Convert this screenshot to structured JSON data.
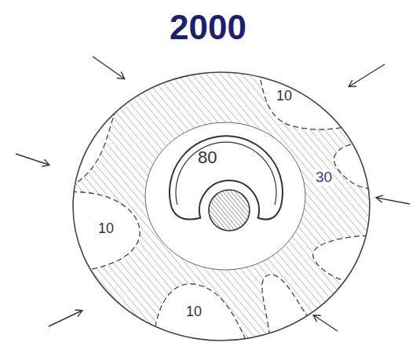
{
  "diagram": {
    "title": "2000",
    "nodes": [
      {
        "text": [
          "30"
        ]
      },
      {
        "text": [
          "10"
        ],
        "in": 0
      },
      {
        "text": [
          "80"
        ],
        "in": 0
      },
      {
        "text": [
          "10"
        ],
        "in": 0
      },
      {
        "text": [
          "10"
        ],
        "in": 0
      }
    ]
  }
}
